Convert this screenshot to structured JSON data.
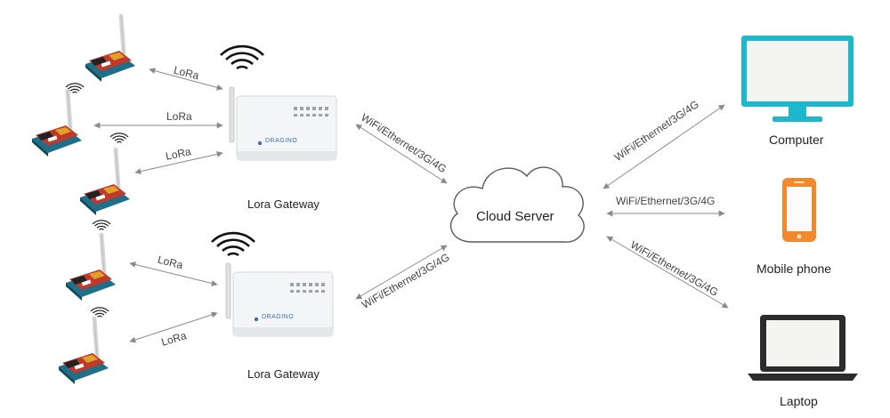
{
  "gateways": [
    {
      "label": "Lora Gateway",
      "brand": "DRAGINO"
    },
    {
      "label": "Lora Gateway",
      "brand": "DRAGINO"
    }
  ],
  "cloud": {
    "label": "Cloud Server"
  },
  "clients": {
    "computer": "Computer",
    "mobile": "Mobile phone",
    "laptop": "Laptop"
  },
  "links": {
    "lora": "LoRa",
    "network": "WiFi/Ethernet/3G/4G"
  },
  "colors": {
    "device_orange": "#f08a2c",
    "screen_cyan": "#1eb8cc",
    "arrow": "#8a8a8a",
    "board_red": "#c0392b"
  }
}
